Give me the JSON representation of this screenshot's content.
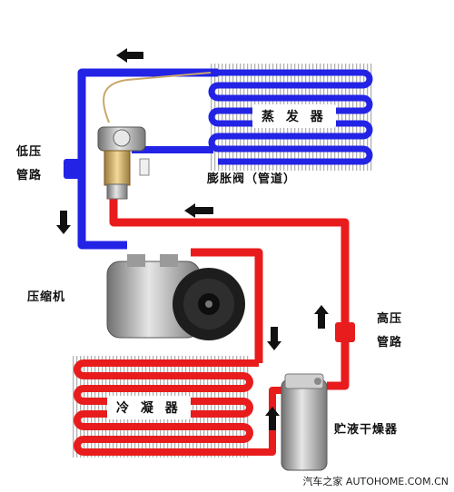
{
  "labels": {
    "evaporator": "蒸 发 器",
    "expansion_valve": "膨胀阀（管道）",
    "low_pressure_line": [
      "低压",
      "管路"
    ],
    "compressor": "压缩机",
    "high_pressure_line": [
      "高压",
      "管路"
    ],
    "condenser": "冷 凝 器",
    "receiver_drier": "贮液干燥器"
  },
  "watermark": "汽车之家 AUTOHOME.COM.CN",
  "colors": {
    "low_pressure_pipe": "#2323e6",
    "high_pressure_pipe": "#e81c1c",
    "coil_fins": "#9a9a9a",
    "arrow": "#111111"
  }
}
